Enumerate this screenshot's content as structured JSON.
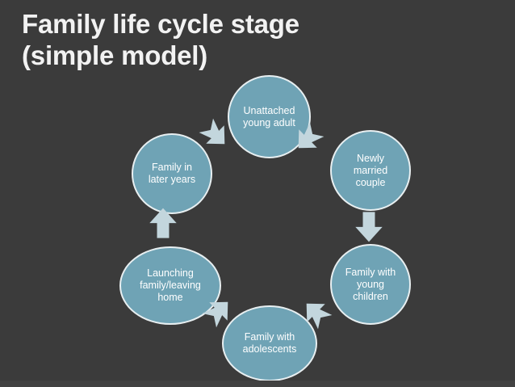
{
  "slide": {
    "title": "Family life cycle stage\n(simple model)",
    "background_color": "#3b3b3b",
    "title_color": "#f2f2f2"
  },
  "diagram": {
    "type": "cycle",
    "node_fill_color": "#6fa3b5",
    "node_border_color": "#e8eff1",
    "node_text_color": "#ffffff",
    "arrow_color": "#c3d6dd",
    "nodes": [
      {
        "id": "unattached-young-adult",
        "label": "Unattached\nyoung adult",
        "order": 1
      },
      {
        "id": "newly-married-couple",
        "label": "Newly\nmarried\ncouple",
        "order": 2
      },
      {
        "id": "family-with-young-children",
        "label": "Family with\nyoung\nchildren",
        "order": 3
      },
      {
        "id": "family-with-adolescents",
        "label": "Family with\nadolescents",
        "order": 4
      },
      {
        "id": "launching-family-leaving-home",
        "label": "Launching\nfamily/leaving\nhome",
        "order": 5
      },
      {
        "id": "family-in-later-years",
        "label": "Family in\nlater years",
        "order": 6
      }
    ],
    "arrows": [
      {
        "id": "arrow-unattached-to-newly-married",
        "from": "unattached-young-adult",
        "to": "newly-married-couple",
        "direction": "down-right"
      },
      {
        "id": "arrow-newly-married-to-young-children",
        "from": "newly-married-couple",
        "to": "family-with-young-children",
        "direction": "down"
      },
      {
        "id": "arrow-young-children-to-adolescents",
        "from": "family-with-young-children",
        "to": "family-with-adolescents",
        "direction": "down-left"
      },
      {
        "id": "arrow-adolescents-to-launching",
        "from": "family-with-adolescents",
        "to": "launching-family-leaving-home",
        "direction": "up-left"
      },
      {
        "id": "arrow-launching-to-later-years",
        "from": "launching-family-leaving-home",
        "to": "family-in-later-years",
        "direction": "up"
      },
      {
        "id": "arrow-later-years-to-unattached",
        "from": "family-in-later-years",
        "to": "unattached-young-adult",
        "direction": "up-right"
      }
    ]
  }
}
